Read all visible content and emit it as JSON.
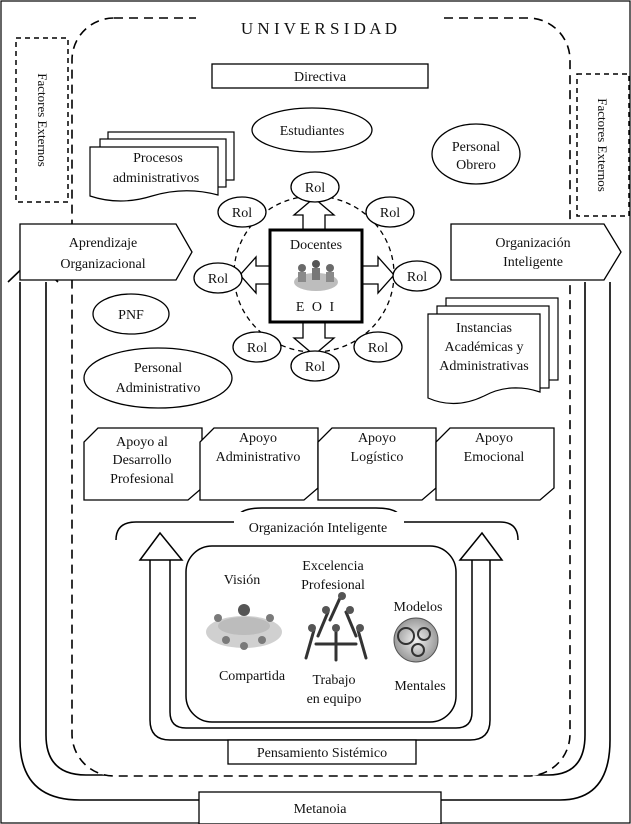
{
  "title": "U N I V E R S I D A D",
  "factores_externos_left": "Factores Externos",
  "factores_externos_right": "Factores Externos",
  "directiva": "Directiva",
  "estudiantes": "Estudiantes",
  "procesos": [
    "Procesos",
    "administrativos"
  ],
  "personal_obrero": [
    "Personal",
    "Obrero"
  ],
  "aprendizaje": [
    "Aprendizaje",
    "Organizacional"
  ],
  "organizacion_inteligente_top": [
    "Organización",
    "Inteligente"
  ],
  "center": {
    "docentes": "Docentes",
    "eoi": "E O I"
  },
  "rol_label": "Rol",
  "pnf": "PNF",
  "personal_administrativo": [
    "Personal",
    "Administrativo"
  ],
  "instancias": [
    "Instancias",
    "Académicas y",
    "Administrativas"
  ],
  "apoyos": [
    [
      "Apoyo al",
      "Desarrollo",
      "Profesional"
    ],
    [
      "Apoyo",
      "Administrativo"
    ],
    [
      "Apoyo",
      "Logístico"
    ],
    [
      "Apoyo",
      "Emocional"
    ]
  ],
  "cycle": {
    "title": "Organización Inteligente",
    "vision": [
      "Visión",
      "Compartida"
    ],
    "excelencia": [
      "Excelencia",
      "Profesional"
    ],
    "trabajo": [
      "Trabajo",
      "en equipo"
    ],
    "modelos": [
      "Modelos",
      "Mentales"
    ],
    "pensamiento": "Pensamiento Sistémico"
  },
  "metanoia": "Metanoia"
}
